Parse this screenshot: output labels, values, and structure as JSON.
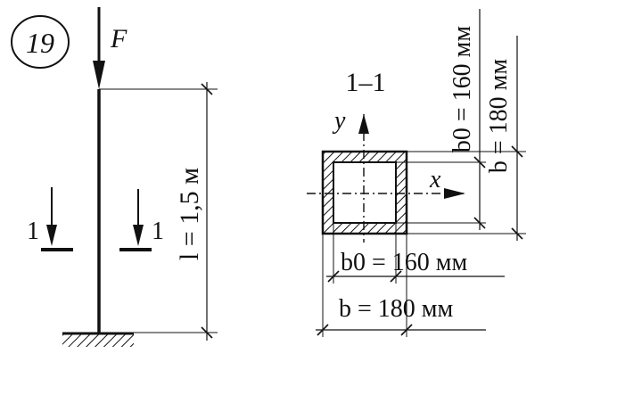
{
  "problem": {
    "number": "19"
  },
  "column": {
    "force_label": "F",
    "length_label": "l = 1,5 м",
    "section_mark_left": "1",
    "section_mark_right": "1"
  },
  "section": {
    "title": "1–1",
    "axis_y": "y",
    "axis_x": "x",
    "dim_b0_vertical": "b0 = 160 мм",
    "dim_b_vertical": "b = 180 мм",
    "dim_b0_horizontal": "b0 = 160 мм",
    "dim_b_horizontal": "b = 180 мм"
  }
}
